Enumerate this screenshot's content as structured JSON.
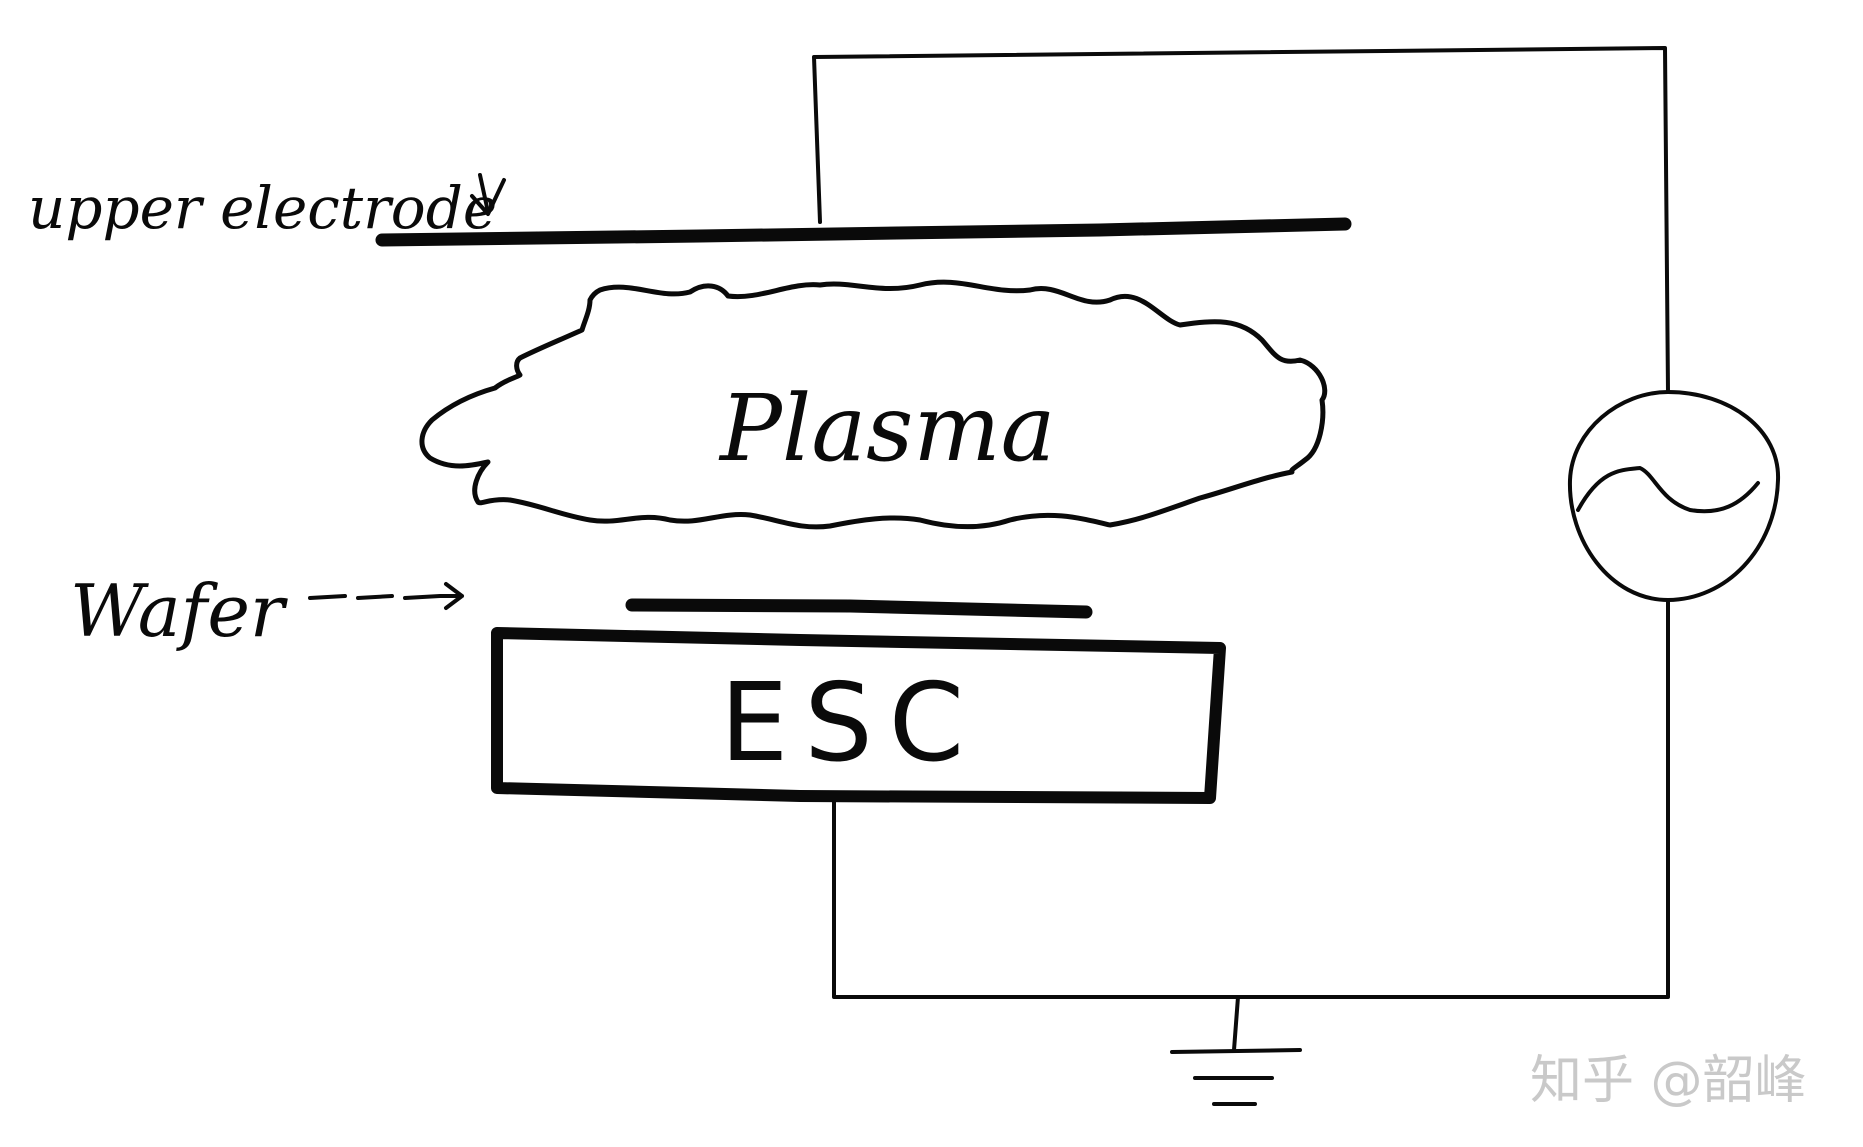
{
  "labels": {
    "upper_electrode": "upper electrode",
    "plasma": "Plasma",
    "wafer": "Wafer",
    "esc": "ESC"
  },
  "watermark": "知乎 @韶峰",
  "colors": {
    "ink": "#0a0a0a",
    "watermark": "#c9c9c9",
    "background": "#ffffff"
  },
  "icons": {
    "rf_source": "ac-source-icon",
    "ground": "ground-icon"
  }
}
